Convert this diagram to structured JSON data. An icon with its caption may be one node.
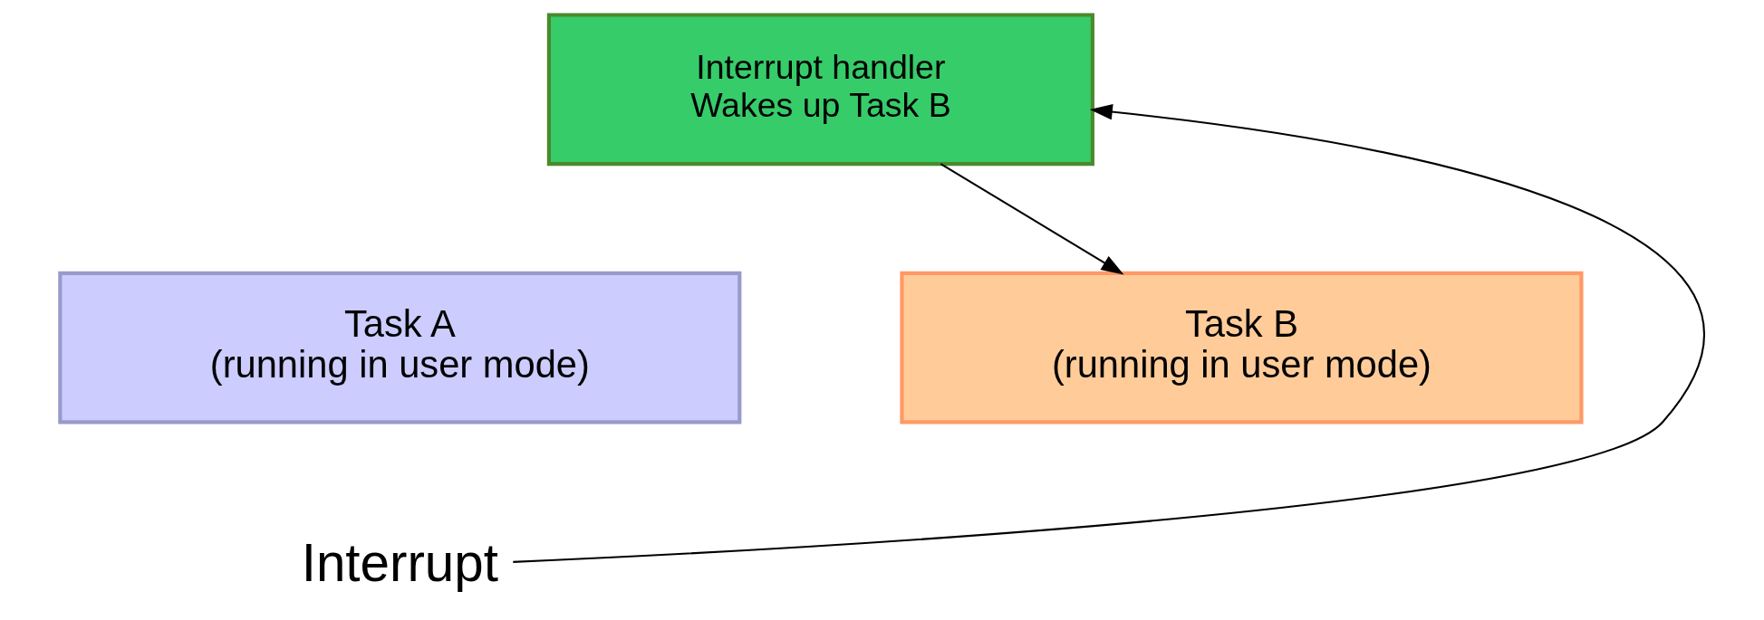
{
  "diagram": {
    "nodes": [
      {
        "text": [
          "Task A",
          "(running in user mode)"
        ]
      },
      {
        "text": [
          "Interrupt handler",
          "Wakes up Task B"
        ]
      },
      {
        "text": [
          "Task B",
          "(running in user mode)"
        ]
      },
      {
        "text": [
          "Interrupt"
        ]
      }
    ],
    "edges": [
      {
        "from": 3,
        "to": 1,
        "arrow": "to"
      },
      {
        "from": 1,
        "to": 2,
        "arrow": "to"
      }
    ]
  }
}
